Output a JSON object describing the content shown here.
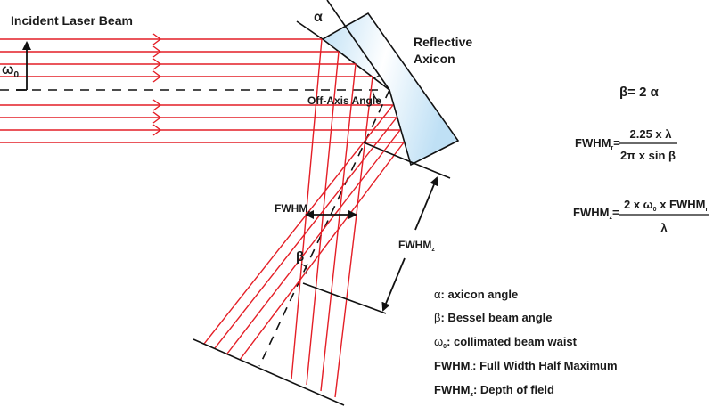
{
  "title": "Reflective Axicon Bessel Beam Generation",
  "labels": {
    "incident_beam": "Incident Laser Beam",
    "axicon_line1": "Reflective",
    "axicon_line2": "Axicon",
    "off_axis": "Off-Axis Angle",
    "alpha": "α",
    "beta": "β",
    "omega": "ω",
    "omega_sub": "0",
    "fwhm_r": "FWHM",
    "fwhm_r_sub": "r",
    "fwhm_z": "FWHM",
    "fwhm_z_sub": "z"
  },
  "equations": {
    "beta": "β= 2  α",
    "fwhm_r_lhs": "FWHM",
    "fwhm_r_sub": "r",
    "fwhm_r_num": "2.25 x λ",
    "fwhm_r_den": "2π x sin β",
    "fwhm_z_lhs": "FWHM",
    "fwhm_z_sub": "z",
    "fwhm_z_num_a": "2 x ω",
    "fwhm_z_num_sub": "0",
    "fwhm_z_num_b": " x FWHM",
    "fwhm_z_num_sub2": "r",
    "fwhm_z_den": "λ"
  },
  "legend": [
    {
      "sym": "α",
      "sub": "",
      "text": ": axicon angle"
    },
    {
      "sym": "β",
      "sub": "",
      "text": ": Bessel beam angle"
    },
    {
      "sym": "ω",
      "sub": "0",
      "text": ": collimated beam waist"
    },
    {
      "sym": "FWHM",
      "sub": "r",
      "text": ": Full Width Half Maximum"
    },
    {
      "sym": "FWHM",
      "sub": "z",
      "text": ": Depth of field"
    }
  ],
  "colors": {
    "beam": "#e41e26",
    "axicon_fill_light": "#ffffff",
    "axicon_fill_dark": "#bfe0f5",
    "ink": "#111111"
  }
}
